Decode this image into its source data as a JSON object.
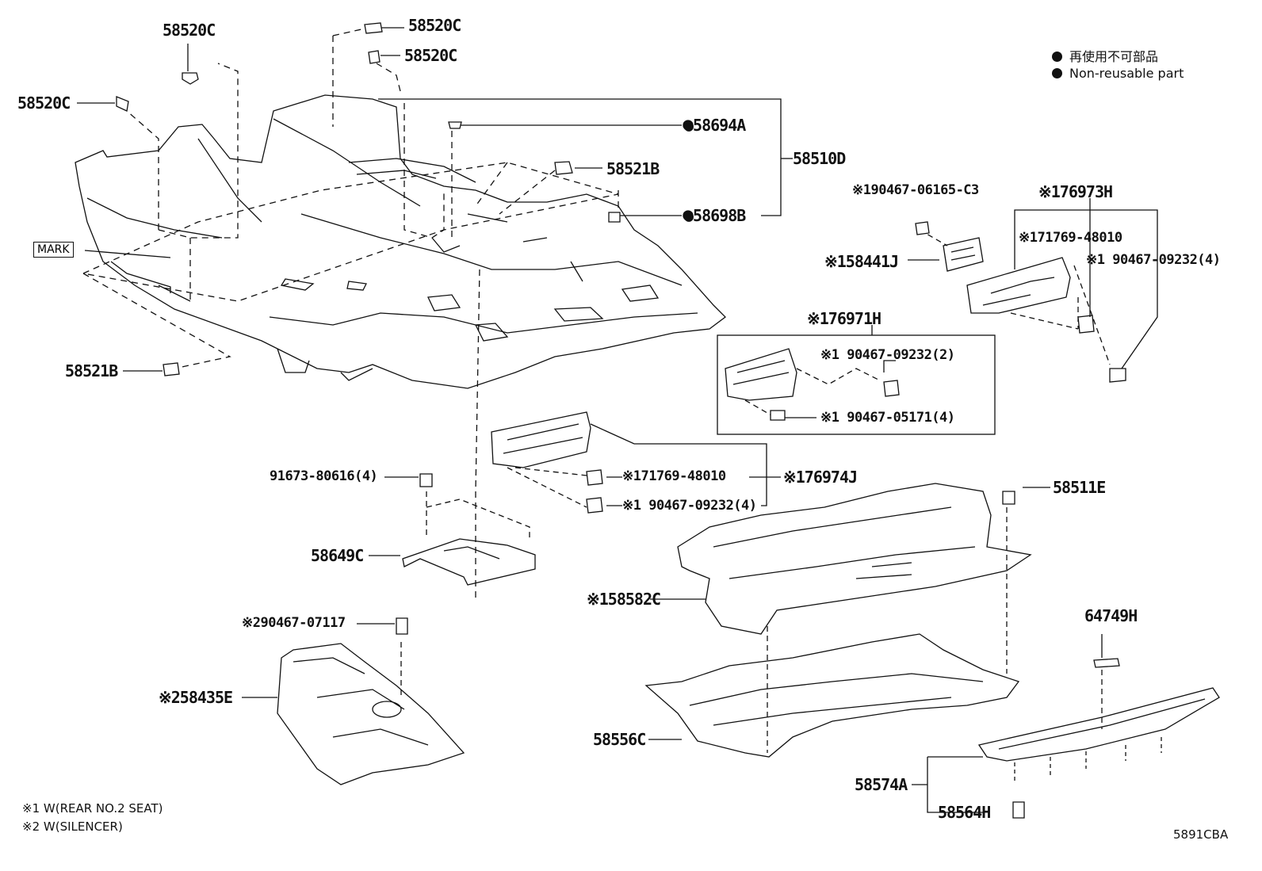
{
  "legend": {
    "jp": "再使用不可部品",
    "en": "Non-reusable part"
  },
  "mark_label": "MARK",
  "labels": {
    "p58520C_a": "58520C",
    "p58520C_b": "58520C",
    "p58520C_c": "58520C",
    "p58520C_d": "58520C",
    "p58694A": "●58694A",
    "p58510D": "58510D",
    "p58521B_a": "58521B",
    "p58698B": "●58698B",
    "p58521B_b": "58521B",
    "p90467_06165": "※190467-06165-C3",
    "p76973H": "※176973H",
    "p58441J": "※158441J",
    "p71769_48010_a": "※171769-48010",
    "p90467_09232_4a": "※1 90467-09232(4)",
    "p76971H": "※176971H",
    "p90467_09232_2": "※1  90467-09232(2)",
    "p90467_05171": "※1  90467-05171(4)",
    "p91673": "91673-80616(4)",
    "p71769_48010_b": "※171769-48010",
    "p76974J": "※176974J",
    "p90467_09232_4b": "※1 90467-09232(4)",
    "p58511E": "58511E",
    "p58649C": "58649C",
    "p58582C": "※158582C",
    "p90467_07117": "※290467-07117",
    "p64749H": "64749H",
    "p58435E": "※258435E",
    "p58556C": "58556C",
    "p58574A": "58574A",
    "p58564H": "58564H"
  },
  "notes": {
    "n1": "※1 W(REAR NO.2 SEAT)",
    "n2": "※2 W(SILENCER)"
  },
  "diagram_code": "5891CBA"
}
